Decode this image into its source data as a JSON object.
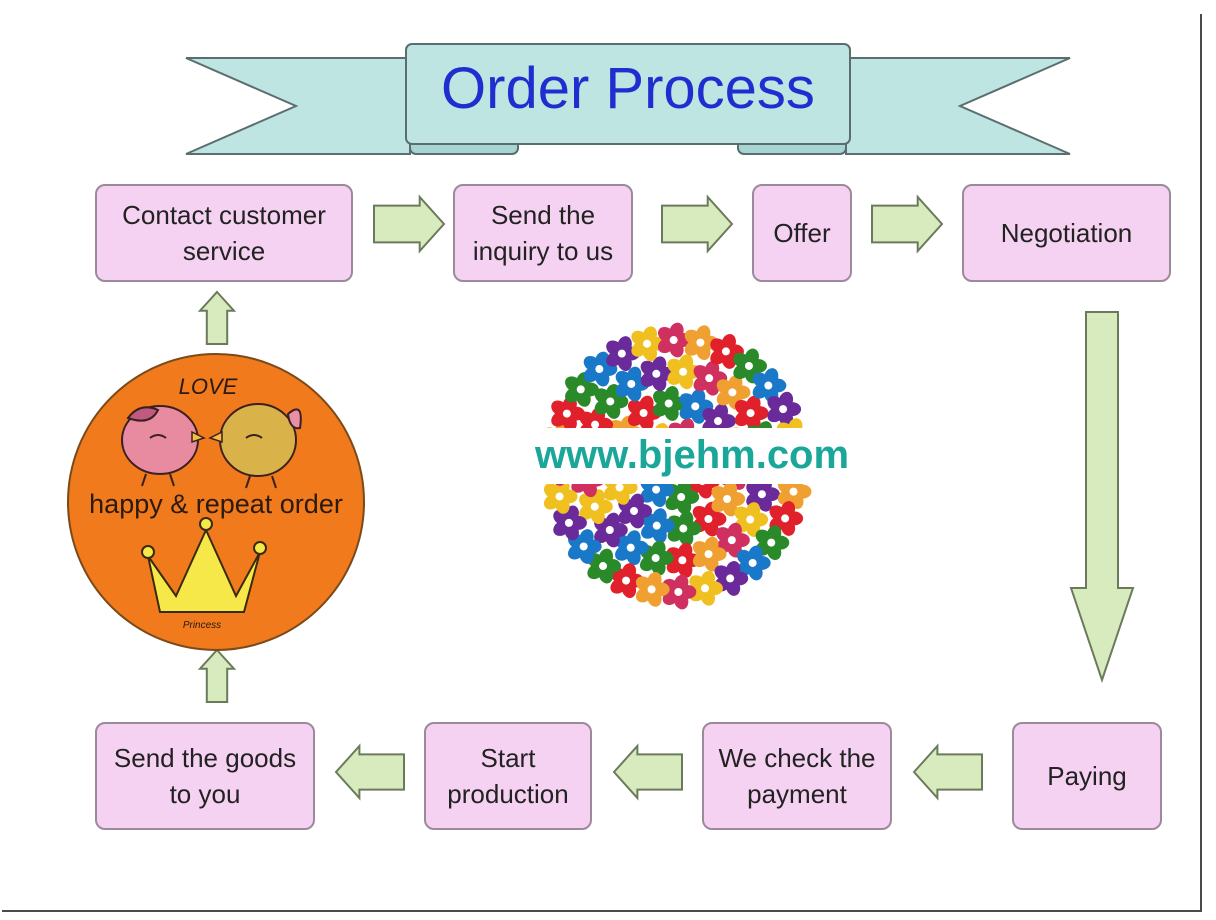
{
  "title": "Order Process",
  "steps": [
    {
      "id": "contact",
      "label": "Contact customer\nservice"
    },
    {
      "id": "inquiry",
      "label": "Send the\ninquiry to us"
    },
    {
      "id": "offer",
      "label": "Offer"
    },
    {
      "id": "negotiation",
      "label": "Negotiation"
    },
    {
      "id": "paying",
      "label": "Paying"
    },
    {
      "id": "check-payment",
      "label": "We check the\npayment"
    },
    {
      "id": "start-production",
      "label": "Start\nproduction"
    },
    {
      "id": "send-goods",
      "label": "Send the goods\nto you"
    }
  ],
  "badge": {
    "top_word": "LOVE",
    "caption": "happy & repeat order",
    "crown_word": "Princess"
  },
  "watermark": "www.bjehm.com",
  "colors": {
    "step_fill": "#f6d2f2",
    "arrow_fill": "#d7ebbf",
    "banner_fill": "#bfe5e3",
    "title_color": "#1f2fcf",
    "badge_fill": "#f07a1c",
    "watermark_color": "#1aa79a"
  }
}
